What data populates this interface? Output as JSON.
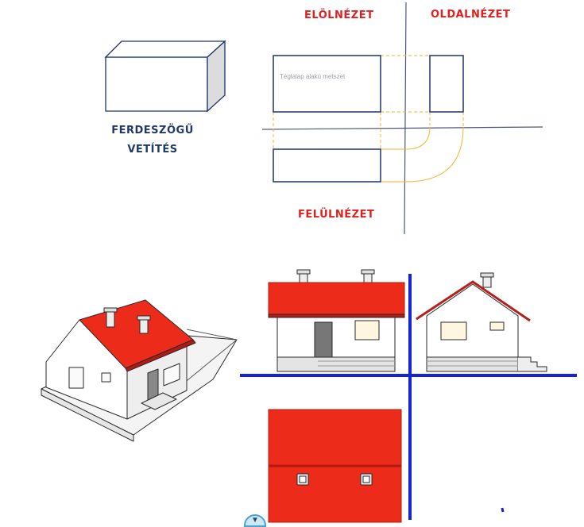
{
  "labels": {
    "front_view": "ELÖLNÉZET",
    "side_view": "OLDALNÉZET",
    "top_view": "FELÜLNÉZET",
    "oblique_line1": "FERDESZÖGŰ",
    "oblique_line2": "VETÍTÉS"
  },
  "tooltip": "Téglalap alakú metszet",
  "colors": {
    "label_red": "#e02020",
    "label_navy": "#1f3a6a",
    "outline": "#1f3470",
    "axis": "#4a5a7a",
    "guide": "#f2b632",
    "roof_red": "#ec2b1a",
    "roof_dark": "#b51a12",
    "ground_blue": "#1523d6"
  },
  "icons": {
    "scroll_handle": "expand-down-icon"
  }
}
